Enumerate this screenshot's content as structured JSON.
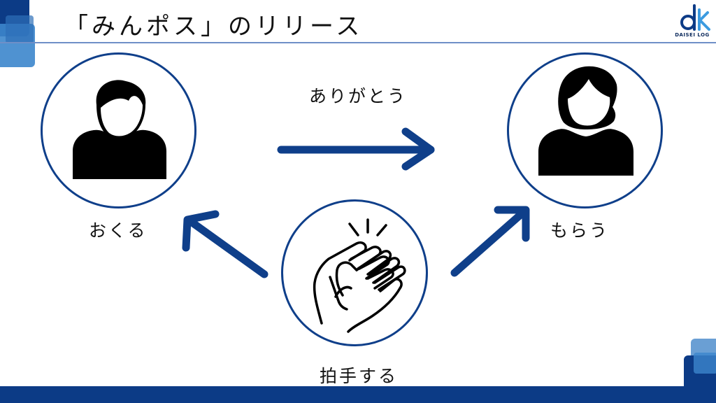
{
  "slide": {
    "title": "「みんポス」のリリース",
    "logo_text": "DAISEI LOG"
  },
  "diagram": {
    "arrow_label": "ありがとう",
    "sender_label": "おくる",
    "receiver_label": "もらう",
    "center_label": "拍手する"
  },
  "colors": {
    "accent": "#0f3f8a",
    "footer": "#0c3b86",
    "rule": "#6f8fc7"
  },
  "icons": {
    "sender": "man-person-icon",
    "receiver": "woman-person-icon",
    "center": "clapping-hands-icon"
  }
}
